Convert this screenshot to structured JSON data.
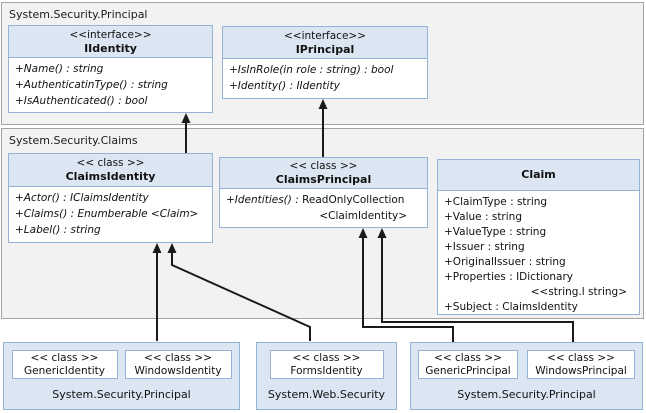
{
  "packages": {
    "top": {
      "label": "System.Security.Principal"
    },
    "claims": {
      "label": "System.Security.Claims"
    }
  },
  "classes": {
    "iidentity": {
      "stereotype": "<<interface>>",
      "name": "IIdentity",
      "members": [
        "+Name() : string",
        "+AuthenticatinType() : string",
        "+IsAuthenticated() : bool"
      ]
    },
    "iprincipal": {
      "stereotype": "<<interface>>",
      "name": "IPrincipal",
      "members": [
        "+IsInRole(in role : string) : bool",
        "+Identity() : IIdentity"
      ]
    },
    "claims_identity": {
      "stereotype": "<< class >>",
      "name": "ClaimsIdentity",
      "members": [
        "+Actor() : IClaimsIdentity",
        "+Claims() : Enumberable <Claim>",
        "+Label() : string"
      ]
    },
    "claims_principal": {
      "stereotype": "<< class >>",
      "name": "ClaimsPrincipal",
      "member_sig": "+Identities() :",
      "member_type": "ReadOnlyCollection",
      "member_cont": "<ClaimIdentity>"
    },
    "claim": {
      "name": "Claim",
      "members": [
        "+ClaimType : string",
        "+Value : string",
        "+ValueType : string",
        "+Issuer : string",
        "+OriginalIssuer : string",
        "+Properties : IDictionary",
        "<<string.l string>",
        "+Subject : ClaimsIdentity"
      ]
    }
  },
  "bottom_packages": {
    "left": {
      "label": "System.Security.Principal",
      "classes": [
        {
          "stereotype": "<< class >>",
          "name": "GenericIdentity"
        },
        {
          "stereotype": "<< class >>",
          "name": "WindowsIdentity"
        }
      ]
    },
    "middle": {
      "label": "System.Web.Security",
      "classes": [
        {
          "stereotype": "<< class >>",
          "name": "FormsIdentity"
        }
      ]
    },
    "right": {
      "label": "System.Security.Principal",
      "classes": [
        {
          "stereotype": "<< class >>",
          "name": "GenericPrincipal"
        },
        {
          "stereotype": "<< class >>",
          "name": "WindowsPrincipal"
        }
      ]
    }
  },
  "colors": {
    "package_fill": "#f2f2f2",
    "package_border": "#a3a3a3",
    "blue_fill": "#dce6f2",
    "blue_border": "#95b3d7",
    "text": "#111111",
    "arrow": "#1a1a1a"
  }
}
